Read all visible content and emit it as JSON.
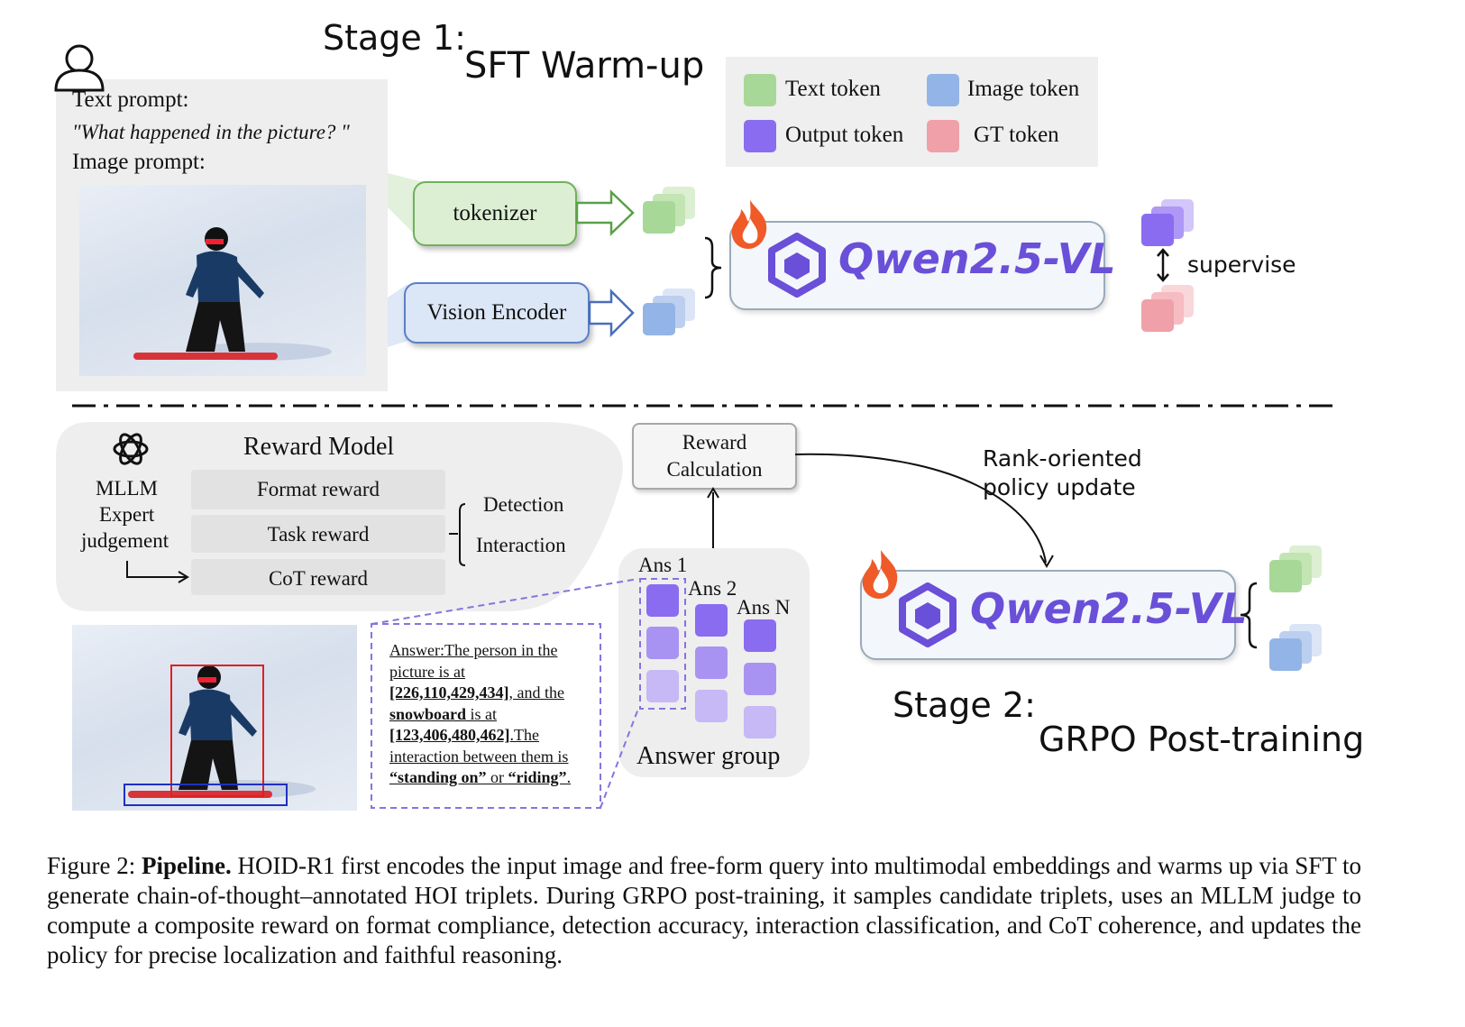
{
  "stage1": {
    "label": "Stage 1:",
    "title": "SFT Warm-up"
  },
  "stage2": {
    "label": "Stage 2:",
    "title": "GRPO Post-training"
  },
  "prompt": {
    "text_label": "Text prompt:",
    "query": "\"What happened in the picture? \"",
    "image_label": "Image prompt:"
  },
  "legend": {
    "text_token": "Text token",
    "image_token": "Image token",
    "output_token": "Output token",
    "gt_token": "GT token"
  },
  "tokenizer_label": "tokenizer",
  "vision_encoder_label": "Vision Encoder",
  "model_name": "Qwen2.5-VL",
  "supervise_label": "supervise",
  "reward_model": {
    "title": "Reward Model",
    "judge": [
      "MLLM",
      "Expert",
      "judgement"
    ],
    "items": [
      "Format reward",
      "Task reward",
      "CoT reward"
    ],
    "task_subs": [
      "Detection",
      "Interaction"
    ]
  },
  "reward_calc": [
    "Reward",
    "Calculation"
  ],
  "rank_update": [
    "Rank-oriented",
    "policy update"
  ],
  "answers": {
    "a1": "Ans 1",
    "a2": "Ans 2",
    "an": "Ans N",
    "group": "Answer group"
  },
  "answer_text": {
    "p1": "Answer:The person in the picture is at ",
    "b1": "[226,110,429,434]",
    "p2": ", and the ",
    "b2": "snowboard",
    "p3": " is at ",
    "b3": "[123,406,480,462]",
    "p4": ".The interaction between them is ",
    "b4": "“standing on”",
    "p5": " or ",
    "b5": "“riding”",
    "p6": "."
  },
  "caption": {
    "prefix": "Figure 2: ",
    "bold": "Pipeline.",
    "body": " HOID-R1 first encodes the input image and free-form query into multimodal embeddings and warms up via SFT to generate chain-of-thought–annotated HOI triplets. During GRPO post-training, it samples candidate triplets, uses an MLLM judge to compute a composite reward on format compliance, detection accuracy, interaction classification, and CoT coherence, and updates the policy for precise localization and faithful reasoning."
  },
  "colors": {
    "text_token": "#a8d898",
    "image_token": "#93b4e6",
    "output_token": "#8a6cf0",
    "gt_token": "#f0a0a8",
    "qwen_purple": "#6a4fd8"
  }
}
